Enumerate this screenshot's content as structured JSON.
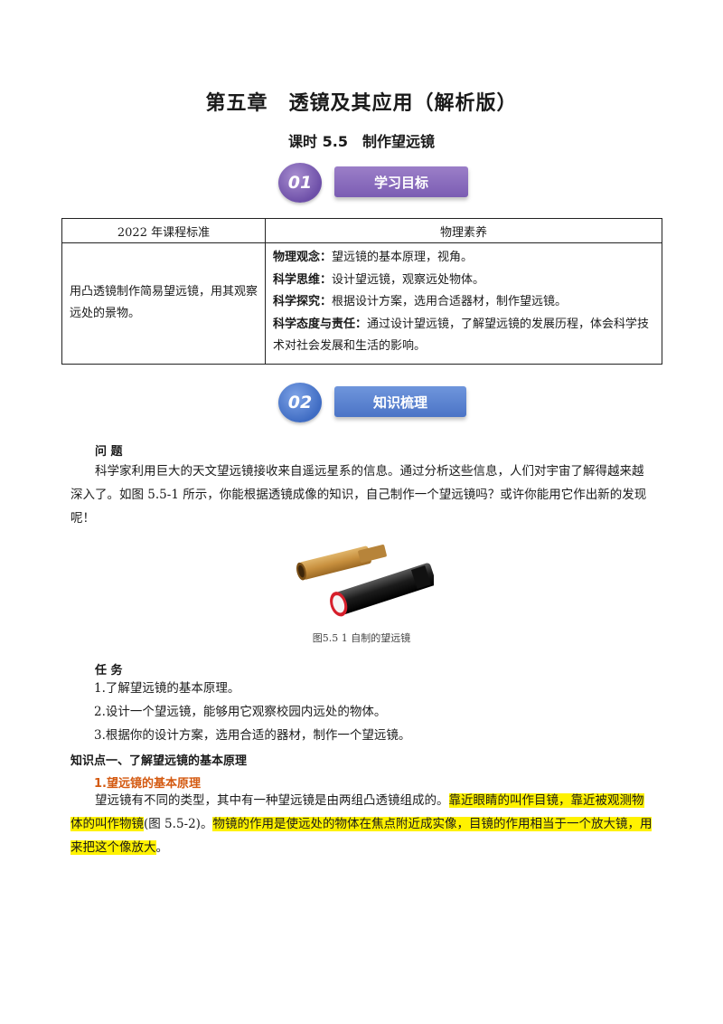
{
  "header": {
    "chapter_title": "第五章　透镜及其应用（解析版）",
    "lesson_title": "课时 5.5　制作望远镜"
  },
  "section1": {
    "number": "01",
    "title": "学习目标"
  },
  "standards_table": {
    "col1_header": "2022 年课程标准",
    "col2_header": "物理素养",
    "standard_text": "用凸透镜制作简易望远镜，用其观察远处的景物。",
    "literacy": [
      {
        "key": "物理观念：",
        "text": "望远镜的基本原理，视角。"
      },
      {
        "key": "科学思维：",
        "text": "设计望远镜，观察远处物体。"
      },
      {
        "key": "科学探究：",
        "text": "根据设计方案，选用合适器材，制作望远镜。"
      },
      {
        "key": "科学态度与责任：",
        "text": "通过设计望远镜，了解望远镜的发展历程，体会科学技术对社会发展和生活的影响。"
      }
    ]
  },
  "section2": {
    "number": "02",
    "title": "知识梳理"
  },
  "question": {
    "heading": "问 题",
    "paragraph": "科学家利用巨大的天文望远镜接收来自遥远星系的信息。通过分析这些信息，人们对宇宙了解得越来越深入了。如图 5.5-1 所示，你能根据透镜成像的知识，自己制作一个望远镜吗？或许你能用它作出新的发现呢！"
  },
  "figure": {
    "caption": "图5.5  1  自制的望远镜"
  },
  "tasks": {
    "heading": "任 务",
    "items": [
      "1.了解望远镜的基本原理。",
      "2.设计一个望远镜，能够用它观察校园内远处的物体。",
      "3.根据你的设计方案，选用合适的器材，制作一个望远镜。"
    ]
  },
  "knowledge": {
    "heading": "知识点一、了解望远镜的基本原理",
    "subheading": "1.望远镜的基本原理",
    "para_plain": "望远镜有不同的类型，其中有一种望远镜是由两组凸透镜组成的。",
    "para_hl1": "靠近眼睛的叫作目镜，靠近被观测物体的叫作物镜",
    "para_plain2": "(图 5.5-2)。",
    "para_hl2": "物镜的作用是使远处的物体在焦点附近成实像，目镜的作用相当于一个放大镜，用来把这个像放大",
    "para_end": "。"
  },
  "colors": {
    "banner1": "#7b5db3",
    "banner2": "#4b74c6",
    "highlight": "#fff200",
    "orange_heading": "#d45a11"
  }
}
